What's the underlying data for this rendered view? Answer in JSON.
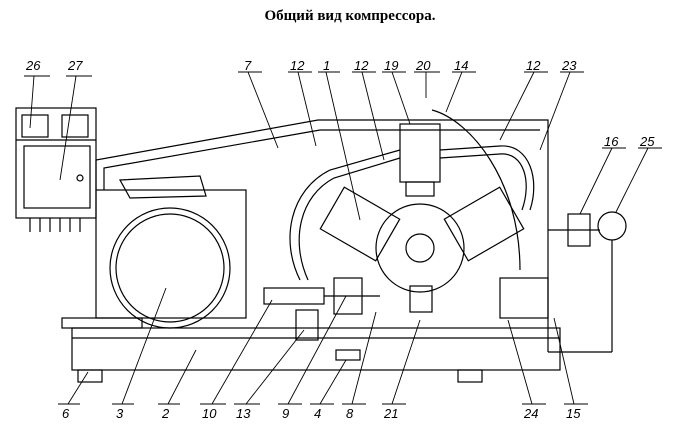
{
  "title": "Общий вид компрессора.",
  "callouts": [
    "26",
    "27",
    "7",
    "12",
    "1",
    "12",
    "19",
    "20",
    "14",
    "12",
    "23",
    "16",
    "25",
    "6",
    "3",
    "2",
    "10",
    "13",
    "9",
    "4",
    "8",
    "21",
    "24",
    "15"
  ]
}
